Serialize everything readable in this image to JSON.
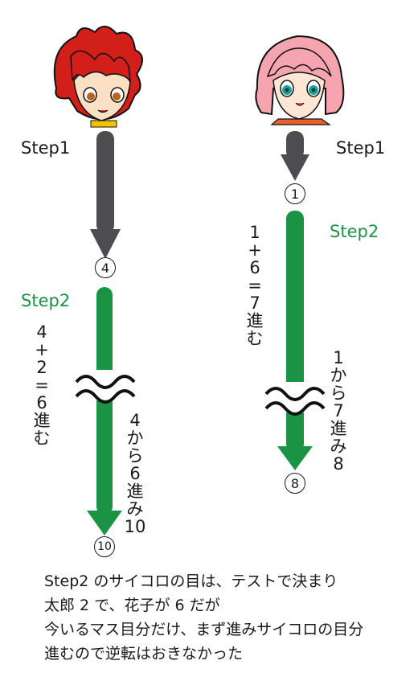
{
  "boy": {
    "step1_label": "Step1",
    "mid_marker": "4",
    "step2_label": "Step2",
    "calc_chars": [
      "4",
      "+",
      "2",
      "=",
      "6",
      "進",
      "む"
    ],
    "result_chars": [
      "4",
      "か",
      "ら",
      "6",
      "進",
      "み",
      "10"
    ],
    "end_marker": "10"
  },
  "girl": {
    "step1_label": "Step1",
    "mid_marker": "1",
    "step2_label": "Step2",
    "calc_chars": [
      "1",
      "+",
      "6",
      "=",
      "7",
      "進",
      "む"
    ],
    "result_chars": [
      "1",
      "か",
      "ら",
      "7",
      "進",
      "み",
      "8"
    ],
    "end_marker": "8"
  },
  "caption_lines": [
    "Step2 のサイコロの目は、テストで決まり",
    "太郎 2 で、花子が 6 だが",
    "今いるマス目分だけ、まず進みサイコロの目分",
    "進むので逆転はおきなかった"
  ],
  "colors": {
    "step1_arrow": "#4d4d4f",
    "step2_arrow": "#1a9444",
    "step2_text": "#1a9444"
  }
}
